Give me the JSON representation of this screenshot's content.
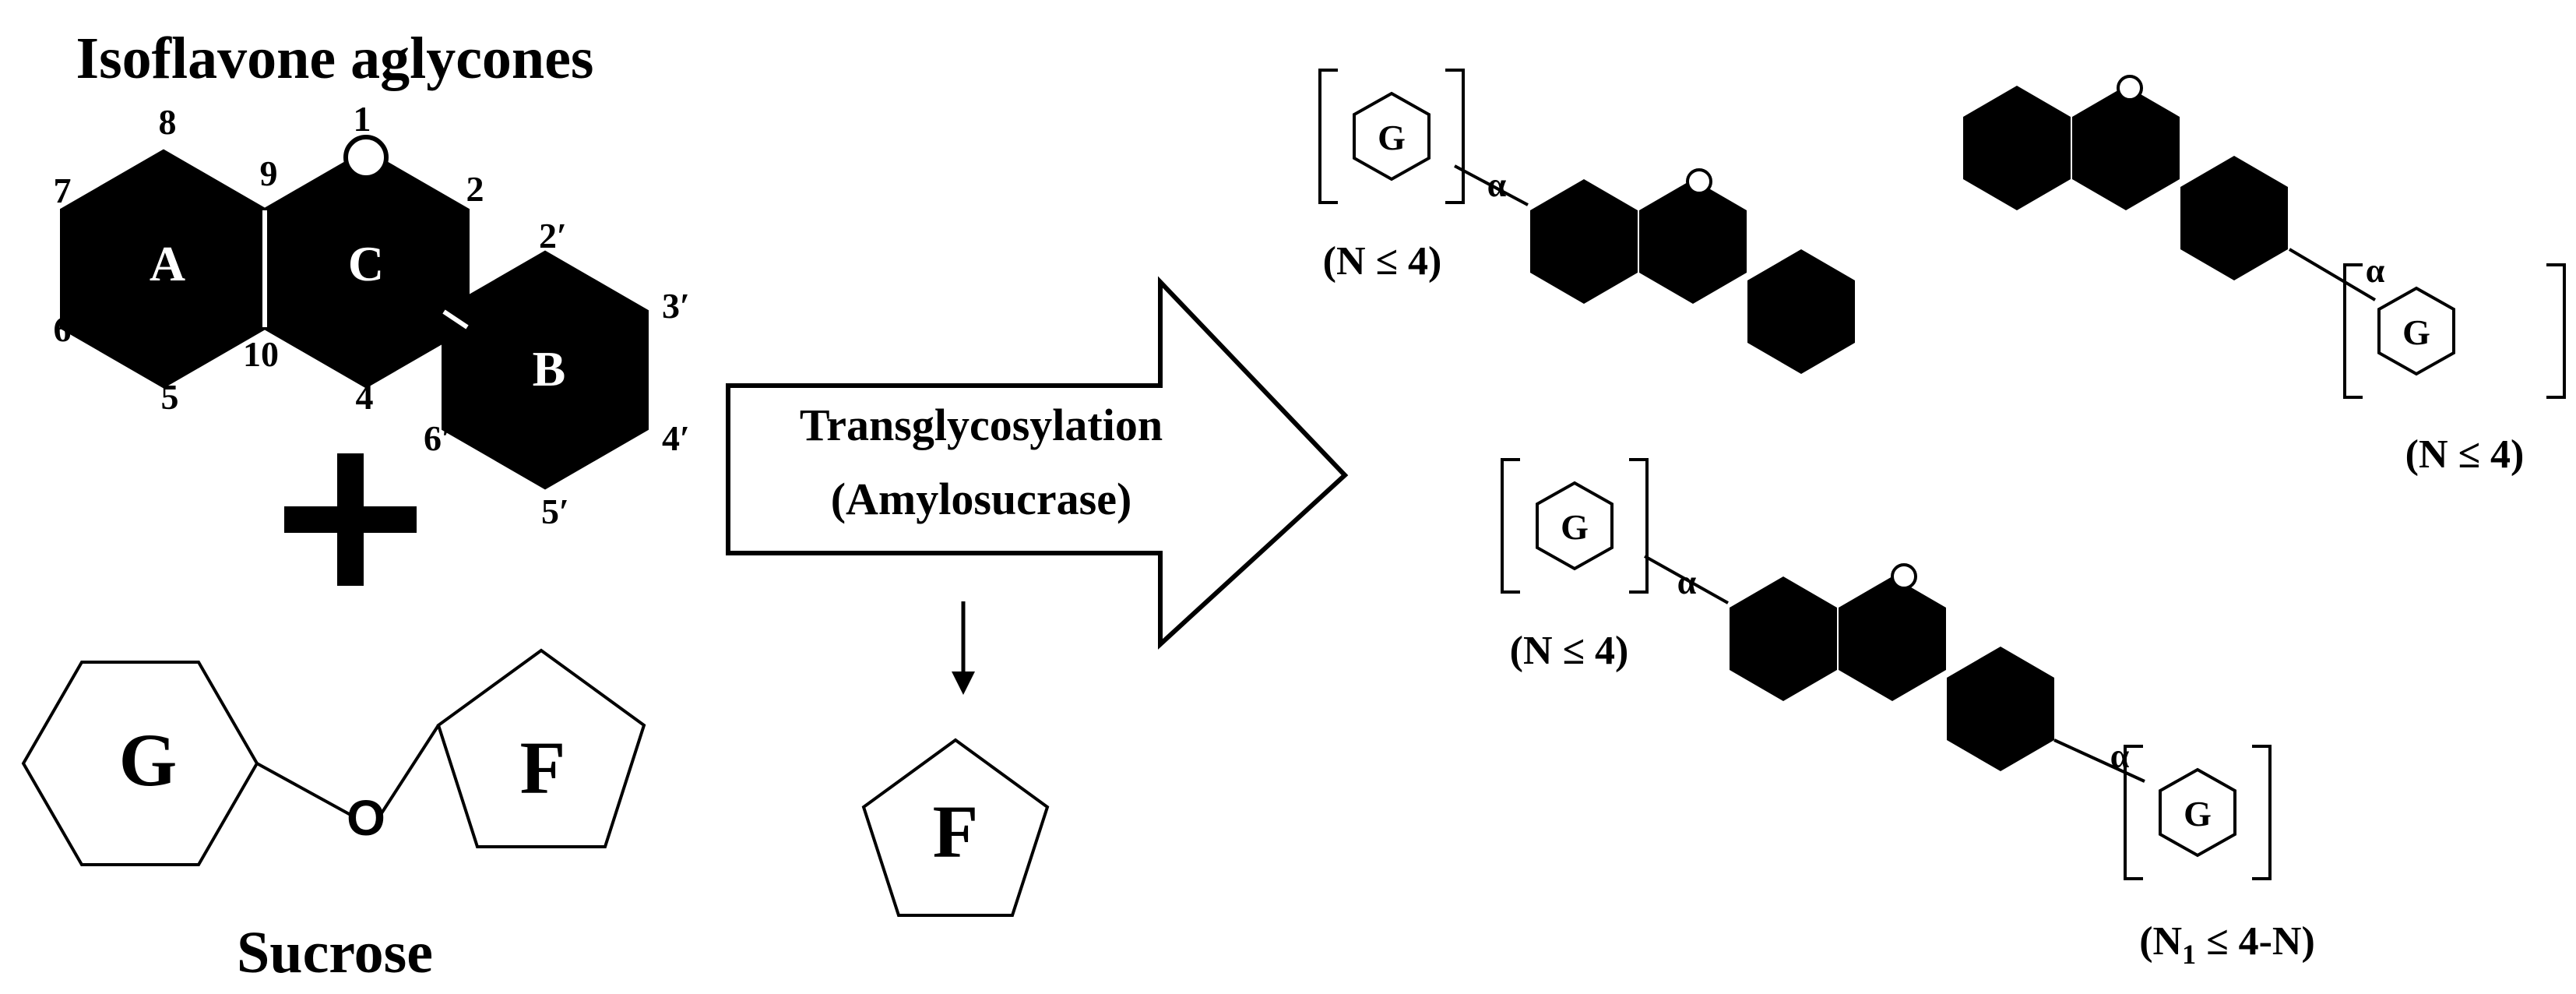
{
  "title": "Isoflavone aglycones",
  "ring_labels": {
    "a": "A",
    "c": "C",
    "b": "B"
  },
  "atom_numbers": {
    "n1": "1",
    "n2": "2",
    "n4": "4",
    "n5": "5",
    "n6": "6",
    "n7": "7",
    "n8": "8",
    "n9": "9",
    "n10": "10",
    "p2": "2′",
    "p3": "3′",
    "p4": "4′",
    "p5": "5′",
    "p6": "6′"
  },
  "plus": "+",
  "sucrose": {
    "glucose": "G",
    "fructose": "F",
    "linker": "O",
    "label": "Sucrose"
  },
  "reaction": {
    "line1": "Transglycosylation",
    "line2": "(Amylosucrase)"
  },
  "byproduct": {
    "label": "F"
  },
  "products": {
    "alpha": "α",
    "glucose": "G",
    "n_limit": "(N ≤ 4)",
    "n1_prefix": "(N",
    "n1_sub": "1",
    "n1_suffix": " ≤ 4-N)"
  }
}
